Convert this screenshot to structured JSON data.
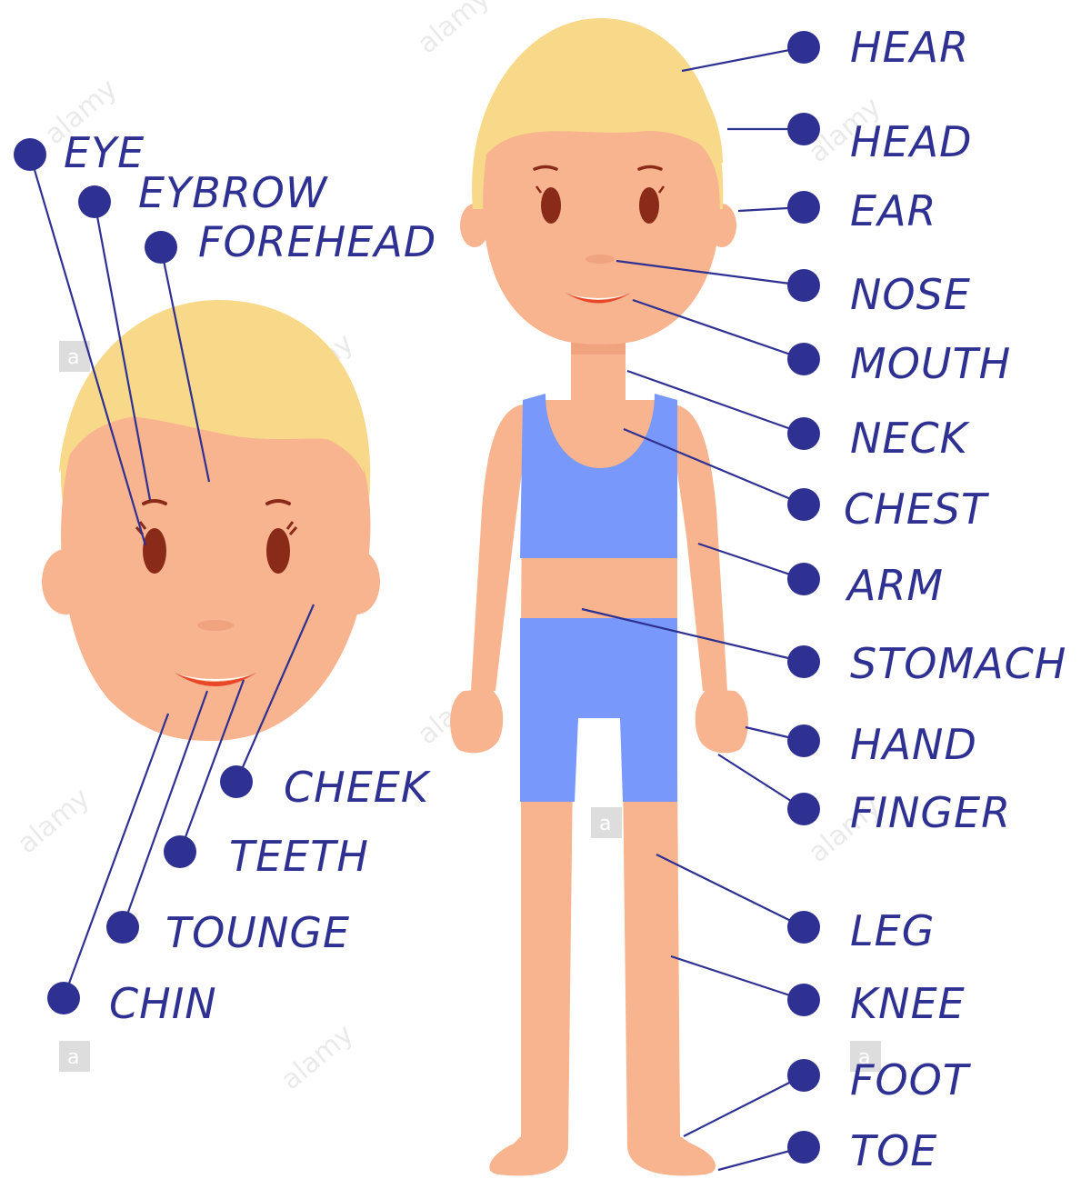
{
  "colors": {
    "label": "#2e3192",
    "skin": "#f8b48e",
    "skin_shadow": "#f0a37f",
    "hair": "#f8d98a",
    "clothing": "#7899fb",
    "eye": "#8a2b1a",
    "mouth": "#e8472a"
  },
  "watermark": {
    "text": "alamy",
    "badge": "a"
  },
  "head_labels": [
    "EYE",
    "EYBROW",
    "FOREHEAD",
    "CHEEK",
    "TEETH",
    "TOUNGE",
    "CHIN"
  ],
  "body_labels": [
    "HEAR",
    "HEAD",
    "EAR",
    "NOSE",
    "MOUTH",
    "NECK",
    "CHEST",
    "ARM",
    "STOMACH",
    "HAND",
    "FINGER",
    "LEG",
    "KNEE",
    "FOOT",
    "TOE"
  ]
}
